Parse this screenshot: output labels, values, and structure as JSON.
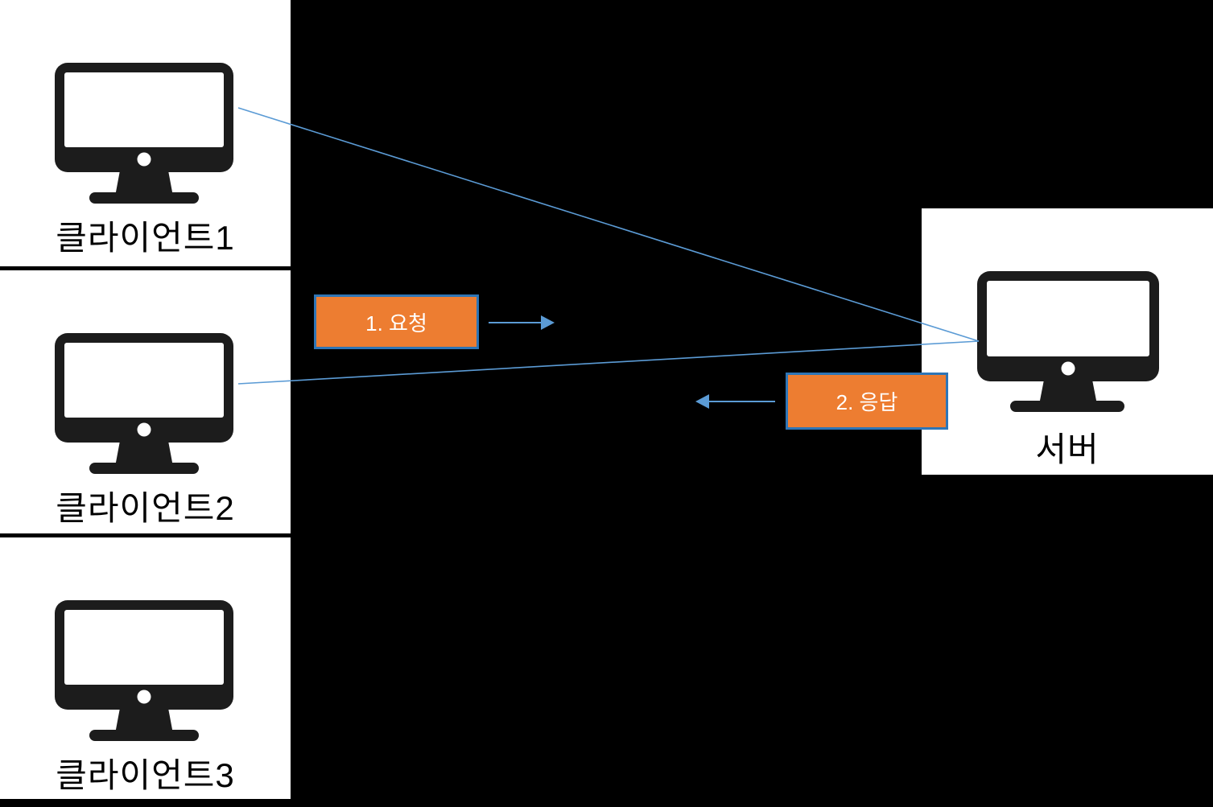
{
  "diagram": {
    "clients": [
      {
        "label": "클라이언트1"
      },
      {
        "label": "클라이언트2"
      },
      {
        "label": "클라이언트3"
      }
    ],
    "server": {
      "label": "서버"
    },
    "messages": {
      "request": {
        "label": "1. 요청"
      },
      "response": {
        "label": "2. 응답"
      }
    },
    "colors": {
      "background": "#000000",
      "node_bg": "#ffffff",
      "icon": "#1c1c1c",
      "label_text": "#000000",
      "message_fill": "#ED7D31",
      "message_border": "#2E75B6",
      "message_text": "#ffffff",
      "connector": "#5B9BD5"
    }
  }
}
